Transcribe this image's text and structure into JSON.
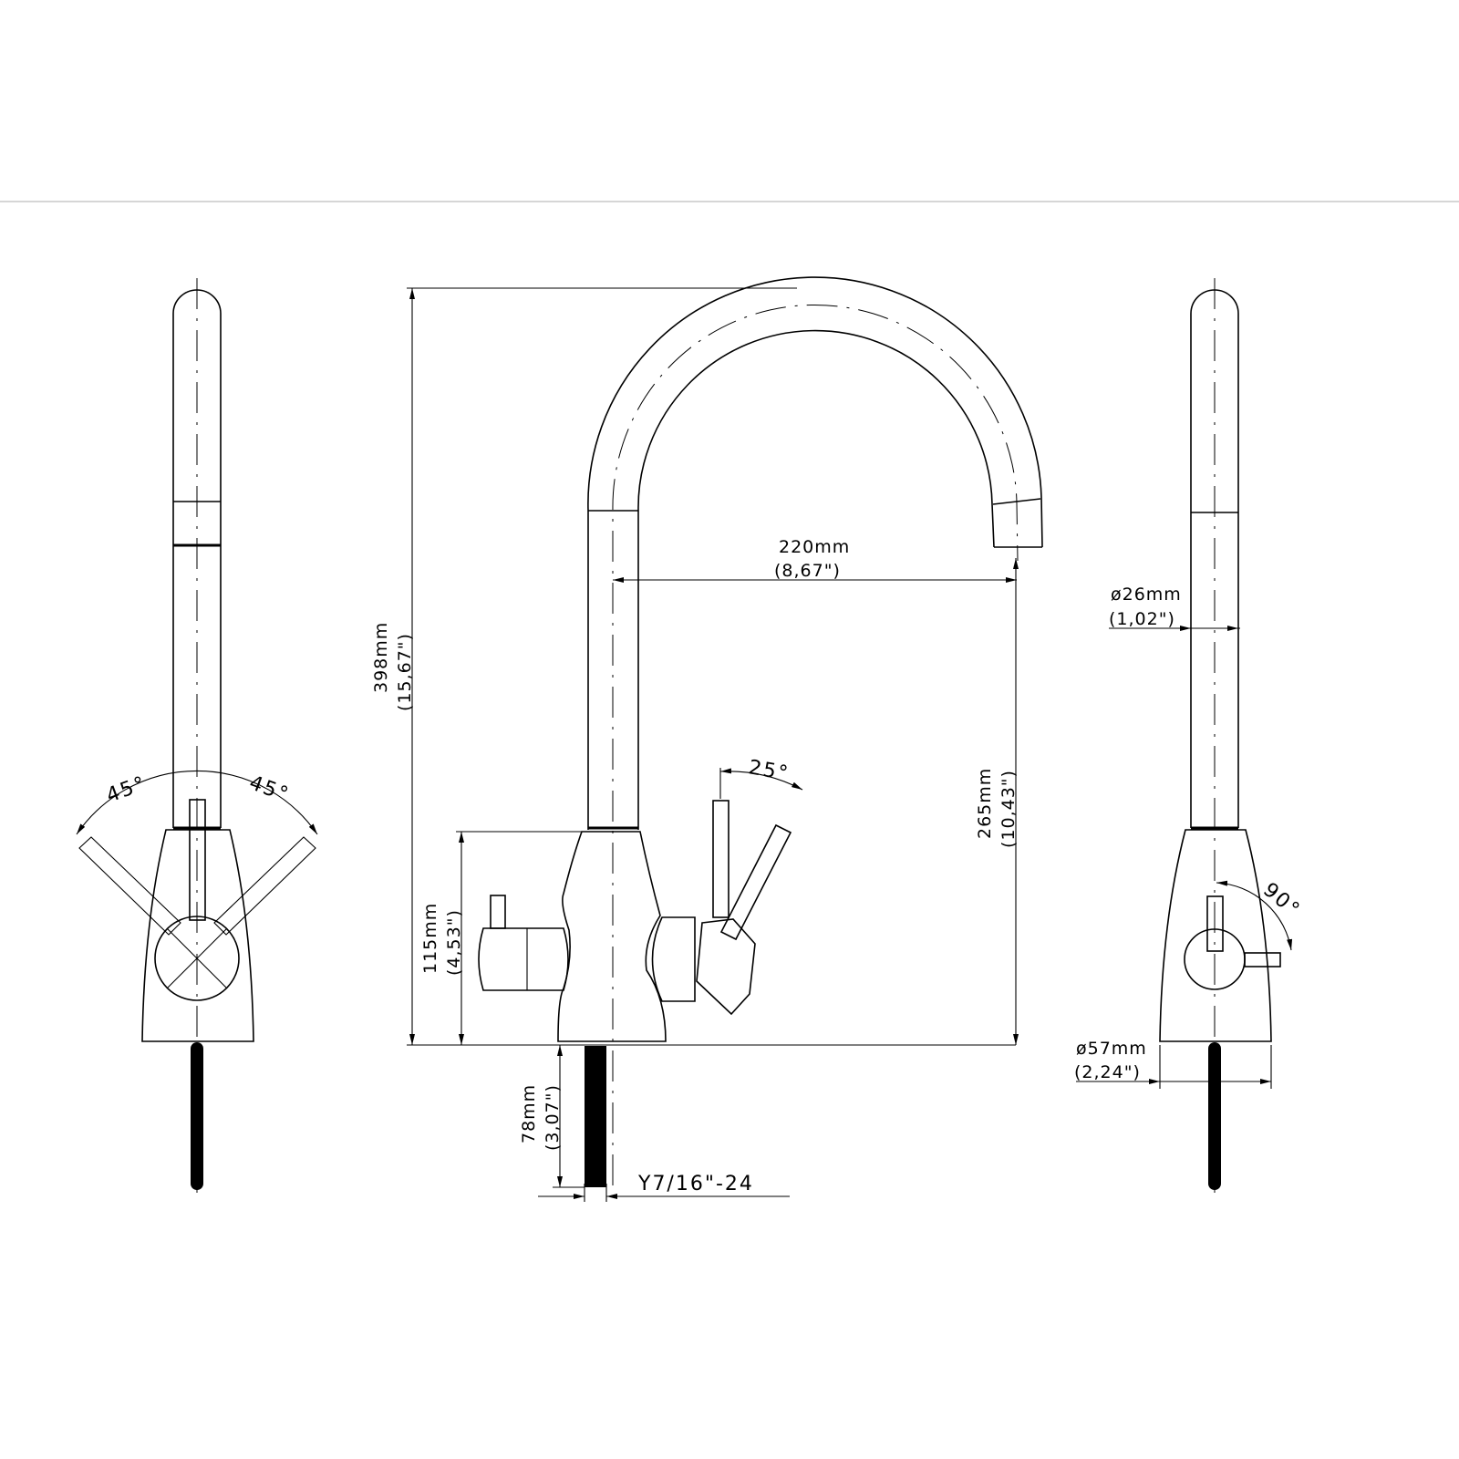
{
  "dimensions": {
    "height_total": {
      "mm": "398mm",
      "inch": "(15,67\")"
    },
    "reach": {
      "mm": "220mm",
      "inch": "(8,67\")"
    },
    "spout_clearance": {
      "mm": "265mm",
      "inch": "(10,43\")"
    },
    "body_height": {
      "mm": "115mm",
      "inch": "(4,53\")"
    },
    "hose_length": {
      "mm": "78mm",
      "inch": "(3,07\")"
    },
    "thread": "Y7/16\"-24",
    "spout_diameter": {
      "mm": "ø26mm",
      "inch": "(1,02\")"
    },
    "base_diameter": {
      "mm": "ø57mm",
      "inch": "(2,24\")"
    }
  },
  "angles": {
    "left_handle": "45°",
    "right_handle": "45°",
    "lever_tilt": "25°",
    "side_lever": "90°"
  }
}
